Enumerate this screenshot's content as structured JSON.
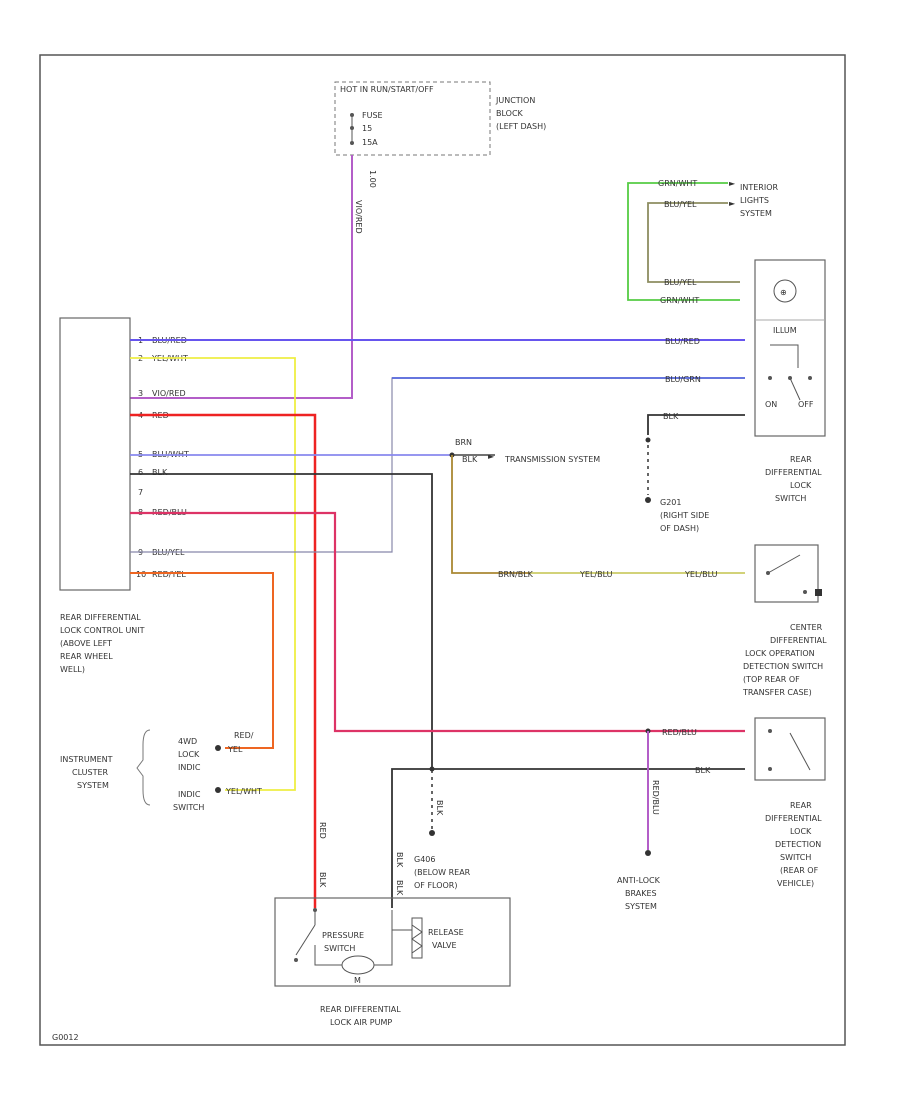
{
  "colors": {
    "violet_red": "#b35ec8",
    "blue_red": "#6655ee",
    "yellow_white": "#eeee44",
    "red": "#ee2222",
    "blue_white": "#8888ee",
    "black": "#333333",
    "red_blue": "#dd3366",
    "blue_yellow": "#8888aa",
    "red_yellow": "#ee6622",
    "green_white": "#55cc44",
    "blue_red_dark": "#5566dd",
    "brown_yellow": "#aa8833",
    "yellow_blue": "#cccc66",
    "gray": "#888888"
  },
  "junction_block": {
    "header": "HOT IN RUN/START/OFF",
    "fuse_lines": [
      "FUSE",
      "15",
      "15A"
    ],
    "location": [
      "JUNCTION",
      "BLOCK",
      "(LEFT DASH)"
    ],
    "wire_size": "1.00",
    "wire_color": "VIO/RED"
  },
  "control_unit": {
    "name": [
      "REAR DIFFERENTIAL",
      "LOCK CONTROL UNIT",
      "(ABOVE LEFT",
      "REAR WHEEL",
      "WELL)"
    ],
    "pins": [
      {
        "num": "1",
        "label": "BLU/RED"
      },
      {
        "num": "2",
        "label": "YEL/WHT"
      },
      {
        "num": "3",
        "label": "VIO/RED"
      },
      {
        "num": "4",
        "label": "RED"
      },
      {
        "num": "5",
        "label": "BLU/WHT"
      },
      {
        "num": "6",
        "label": "BLK"
      },
      {
        "num": "7",
        "label": ""
      },
      {
        "num": "8",
        "label": "RED/BLU"
      },
      {
        "num": "9",
        "label": "BLU/YEL"
      },
      {
        "num": "10",
        "label": "RED/YEL"
      }
    ]
  },
  "interior_lights": {
    "name": [
      "INTERIOR",
      "LIGHTS",
      "SYSTEM"
    ],
    "wires": [
      "GRN/WHT",
      "BLU/YEL",
      "BLU/YEL",
      "GRN/WHT"
    ]
  },
  "rear_diff_switch": {
    "illum": "ILLUM",
    "on": "ON",
    "off": "OFF",
    "wire1": "BLU/RED",
    "wire2": "BLU/GRN",
    "wire3": "BLK",
    "name": [
      "REAR",
      "DIFFERENTIAL",
      "LOCK",
      "SWITCH"
    ]
  },
  "ground_g201": {
    "wire": "BLK",
    "name": [
      "G201",
      "(RIGHT SIDE",
      "OF DASH)"
    ]
  },
  "transmission": {
    "splice": "BRN",
    "wire": "BLK",
    "name": "TRANSMISSION SYSTEM"
  },
  "center_diff_switch": {
    "wire_a": "BRN/BLK",
    "wire_b": "YEL/BLU",
    "wire_c": "YEL/BLU",
    "name": [
      "CENTER",
      "DIFFERENTIAL",
      "LOCK OPERATION",
      "DETECTION SWITCH",
      "(TOP REAR OF",
      "TRANSFER CASE)"
    ]
  },
  "rear_detection_switch": {
    "wire1": "RED/BLU",
    "wire2": "BLK",
    "name": [
      "REAR",
      "DIFFERENTIAL",
      "LOCK",
      "DETECTION",
      "SWITCH",
      "(REAR OF",
      "VEHICLE)"
    ]
  },
  "instrument_cluster": {
    "name": [
      "INSTRUMENT",
      "CLUSTER",
      "SYSTEM"
    ],
    "ind_label": [
      "4WD",
      "LOCK",
      "INDIC"
    ],
    "sw_label": [
      "INDIC",
      "SWITCH"
    ],
    "wire1": [
      "RED/",
      "YEL"
    ],
    "wire2": "YEL/WHT"
  },
  "ground_g406": {
    "wire": "BLK",
    "name": [
      "G406",
      "(BELOW REAR",
      "OF FLOOR)"
    ]
  },
  "anti_lock": {
    "wire": "RED/BLU",
    "name": [
      "ANTI-LOCK",
      "BRAKES",
      "SYSTEM"
    ]
  },
  "air_pump": {
    "wire_red": "RED",
    "wire_blk1": "BLK",
    "wire_blk2": "BLK",
    "wire_blk3": "BLK",
    "pressure_switch": [
      "PRESSURE",
      "SWITCH"
    ],
    "release_valve": [
      "RELEASE",
      "VALVE"
    ],
    "motor": "M",
    "name": [
      "REAR DIFFERENTIAL",
      "LOCK AIR PUMP"
    ]
  },
  "figure_code": "G0012"
}
